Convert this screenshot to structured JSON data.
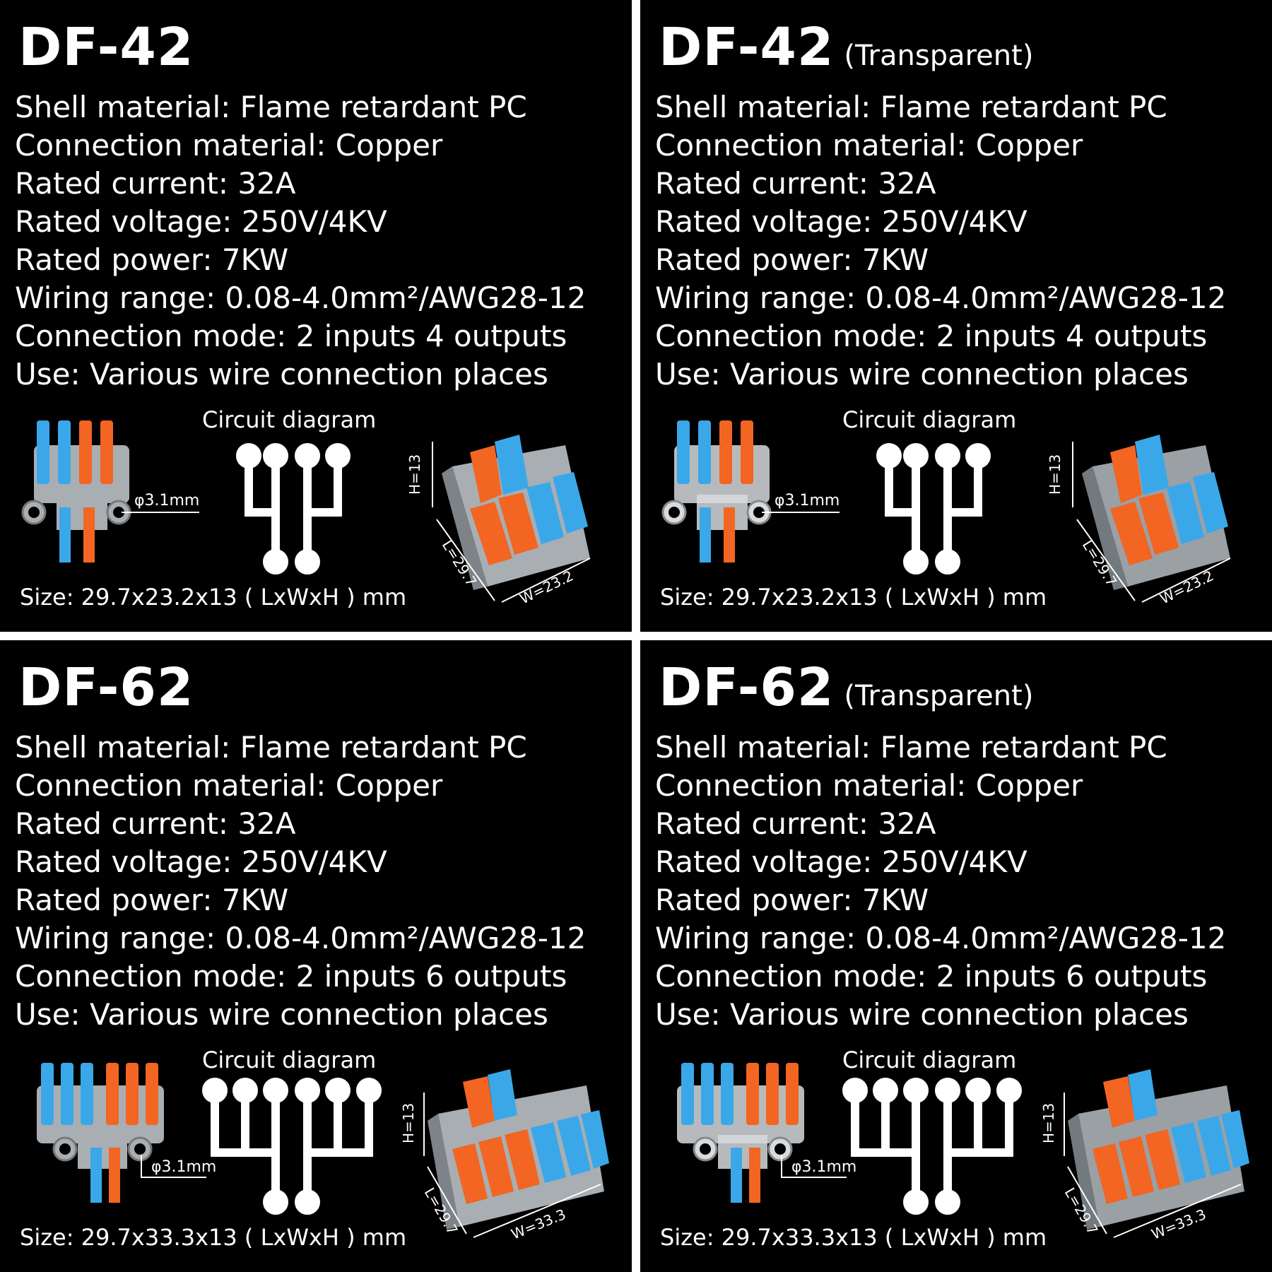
{
  "colors": {
    "blue": "#3aa8e8",
    "orange": "#f26522",
    "housing_gray": "#a9aeb3",
    "background": "#000000",
    "divider": "#ffffff"
  },
  "panels": [
    {
      "model": "DF-42",
      "variant": "",
      "specs": [
        "Shell material:  Flame retardant PC",
        "Connection material:  Copper",
        "Rated current:  32A",
        "Rated voltage:  250V/4KV",
        "Rated power:  7KW",
        "Wiring range:  0.08-4.0mm²/AWG28-12",
        "Connection mode:  2 inputs 4 outputs",
        "Use:  Various wire connection places"
      ],
      "circuit_label": "Circuit diagram",
      "hole_label": "φ3.1mm",
      "dims": {
        "h": "H=13",
        "l": "L=29.7",
        "w": "W=23.2"
      },
      "size": "Size:  29.7x23.2x13 ( LxWxH ) mm"
    },
    {
      "model": "DF-42",
      "variant": "(Transparent)",
      "specs": [
        "Shell material:  Flame retardant PC",
        "Connection material:  Copper",
        "Rated current:  32A",
        "Rated voltage:  250V/4KV",
        "Rated power:  7KW",
        "Wiring range:  0.08-4.0mm²/AWG28-12",
        "Connection mode:  2 inputs 4 outputs",
        "Use:  Various wire connection places"
      ],
      "circuit_label": "Circuit diagram",
      "hole_label": "φ3.1mm",
      "dims": {
        "h": "H=13",
        "l": "L=29.7",
        "w": "W=23.2"
      },
      "size": "Size:  29.7x23.2x13 ( LxWxH ) mm"
    },
    {
      "model": "DF-62",
      "variant": "",
      "specs": [
        "Shell material:  Flame retardant PC",
        "Connection material:  Copper",
        "Rated current:  32A",
        "Rated voltage:  250V/4KV",
        "Rated power:  7KW",
        "Wiring range:  0.08-4.0mm²/AWG28-12",
        "Connection mode:  2 inputs 6 outputs",
        "Use:  Various wire connection places"
      ],
      "circuit_label": "Circuit diagram",
      "hole_label": "φ3.1mm",
      "dims": {
        "h": "H=13",
        "l": "L=29.7",
        "w": "W=33.3"
      },
      "size": "Size:  29.7x33.3x13 ( LxWxH ) mm"
    },
    {
      "model": "DF-62",
      "variant": "(Transparent)",
      "specs": [
        "Shell material:  Flame retardant PC",
        "Connection material:  Copper",
        "Rated current:  32A",
        "Rated voltage:  250V/4KV",
        "Rated power:  7KW",
        "Wiring range:  0.08-4.0mm²/AWG28-12",
        "Connection mode:  2 inputs 6 outputs",
        "Use:  Various wire connection places"
      ],
      "circuit_label": "Circuit diagram",
      "hole_label": "φ3.1mm",
      "dims": {
        "h": "H=13",
        "l": "L=29.7",
        "w": "W=33.3"
      },
      "size": "Size:  29.7x33.3x13 ( LxWxH ) mm"
    }
  ]
}
